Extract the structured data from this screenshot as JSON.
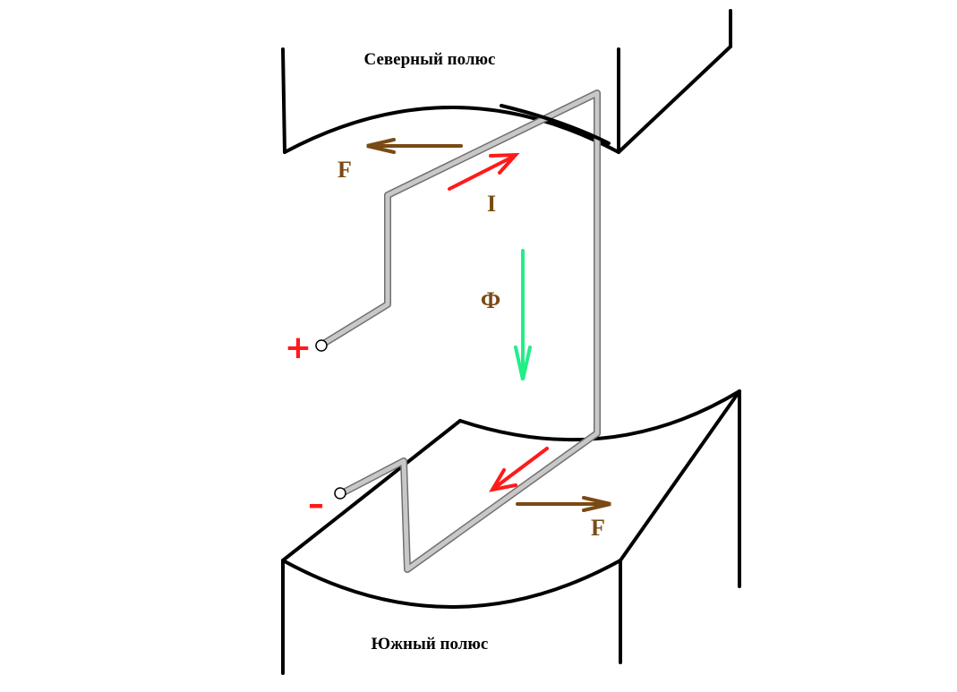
{
  "labels": {
    "north_pole": "Северный полюс",
    "south_pole": "Южный полюс",
    "force_top": "F",
    "force_bottom": "F",
    "current": "I",
    "flux": "Ф",
    "plus_terminal": "+",
    "minus_terminal": "–"
  },
  "colors": {
    "magnet_outline": "#000000",
    "wire": "#c0c0c0",
    "wire_edge": "#707070",
    "current_arrow": "#ff1a1a",
    "force_arrow": "#7a4a14",
    "flux_arrow": "#22ee88"
  }
}
